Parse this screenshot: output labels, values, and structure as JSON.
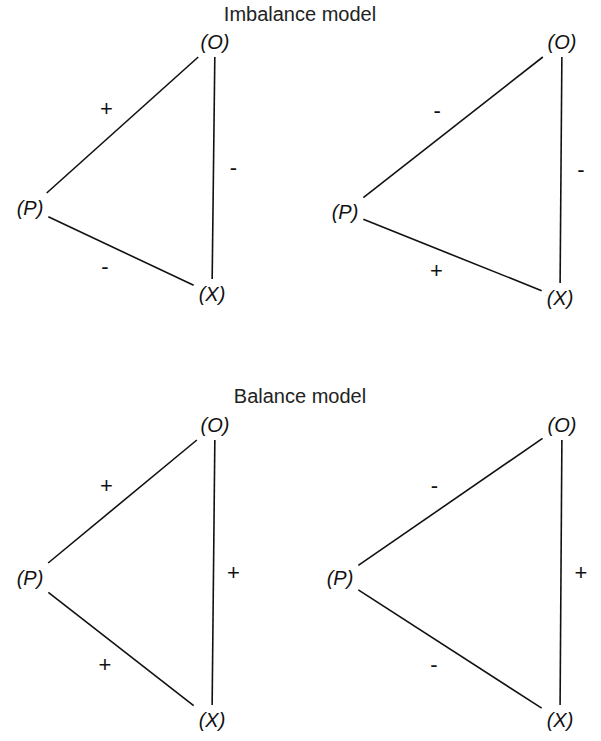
{
  "diagram": {
    "nodes": [
      {
        "text": [
          "(O)"
        ]
      },
      {
        "text": [
          "(P)"
        ]
      },
      {
        "text": [
          "(X)"
        ]
      },
      {
        "text": [
          "(O)"
        ]
      },
      {
        "text": [
          "(P)"
        ]
      },
      {
        "text": [
          "(X)"
        ]
      },
      {
        "text": [
          "(O)"
        ]
      },
      {
        "text": [
          "(P)"
        ]
      },
      {
        "text": [
          "(X)"
        ]
      },
      {
        "text": [
          "(O)"
        ]
      },
      {
        "text": [
          "(P)"
        ]
      },
      {
        "text": [
          "(X)"
        ]
      }
    ],
    "edges": [
      {
        "from": 1,
        "to": 0,
        "arrow": "none",
        "label": "+"
      },
      {
        "from": 0,
        "to": 2,
        "arrow": "none",
        "label": "-"
      },
      {
        "from": 1,
        "to": 2,
        "arrow": "none",
        "label": "-"
      },
      {
        "from": 4,
        "to": 3,
        "arrow": "none",
        "label": "-"
      },
      {
        "from": 3,
        "to": 5,
        "arrow": "none",
        "label": "-"
      },
      {
        "from": 4,
        "to": 5,
        "arrow": "none",
        "label": "+"
      },
      {
        "from": 7,
        "to": 6,
        "arrow": "none",
        "label": "+"
      },
      {
        "from": 6,
        "to": 8,
        "arrow": "none",
        "label": "+"
      },
      {
        "from": 7,
        "to": 8,
        "arrow": "none",
        "label": "+"
      },
      {
        "from": 10,
        "to": 9,
        "arrow": "none",
        "label": "-"
      },
      {
        "from": 9,
        "to": 11,
        "arrow": "none",
        "label": "+"
      },
      {
        "from": 10,
        "to": 11,
        "arrow": "none",
        "label": "-"
      }
    ],
    "labels": [
      "Imbalance model",
      "Balance model"
    ]
  }
}
